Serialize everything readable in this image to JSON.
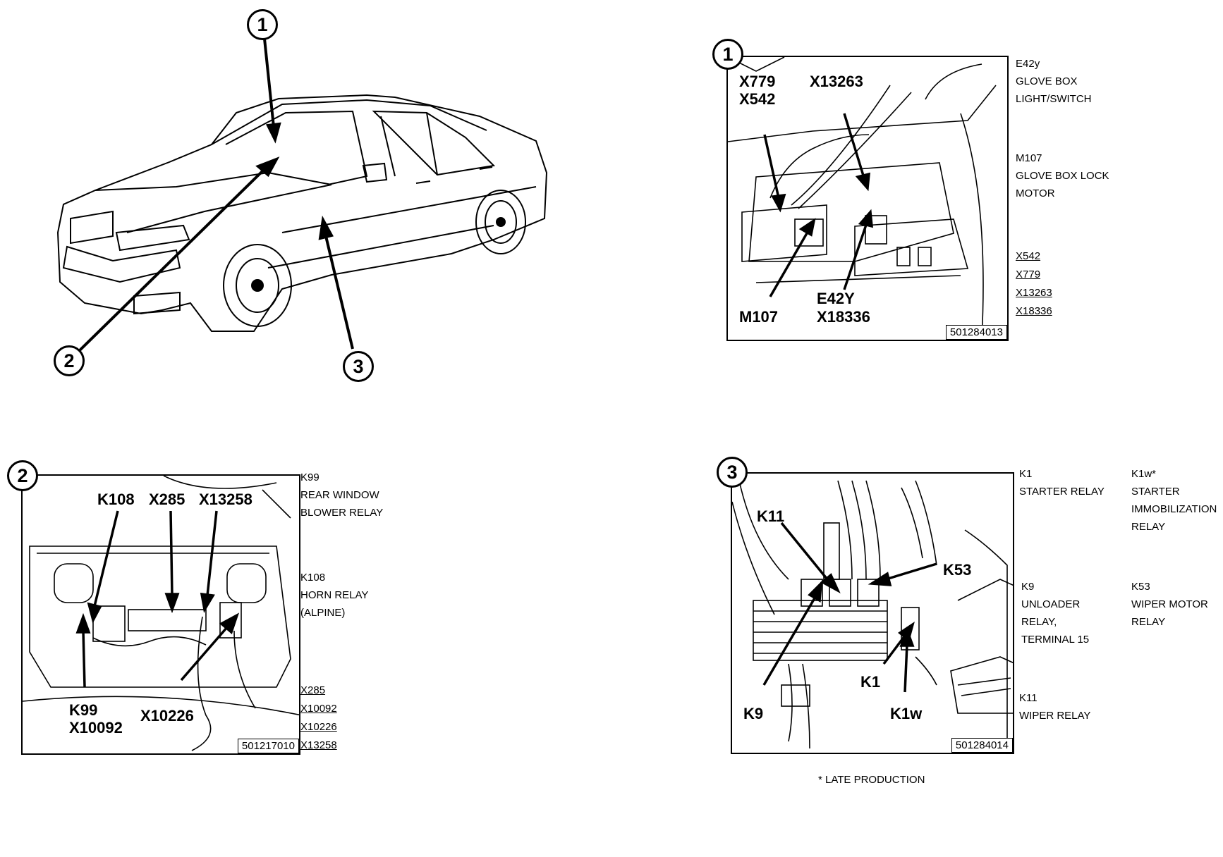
{
  "overview": {
    "callouts": [
      "1",
      "2",
      "3"
    ]
  },
  "panel1": {
    "callout": "1",
    "labels": {
      "x779": "X779",
      "x542": "X542",
      "x13263": "X13263",
      "m107": "M107",
      "e42y": "E42Y",
      "x18336": "X18336"
    },
    "figure_number": "501284013",
    "legend": [
      {
        "code": "E42y",
        "lines": [
          "GLOVE BOX",
          "LIGHT/SWITCH"
        ]
      },
      {
        "code": "M107",
        "lines": [
          "GLOVE BOX LOCK",
          "MOTOR"
        ]
      }
    ],
    "connectors": [
      "X542",
      "X779",
      "X13263",
      "X18336"
    ]
  },
  "panel2": {
    "callout": "2",
    "labels": {
      "k108": "K108",
      "x285": "X285",
      "x13258": "X13258",
      "k99": "K99",
      "x10092": "X10092",
      "x10226": "X10226"
    },
    "figure_number": "501217010",
    "legend": [
      {
        "code": "K99",
        "lines": [
          "REAR WINDOW",
          "BLOWER RELAY"
        ]
      },
      {
        "code": "K108",
        "lines": [
          "HORN RELAY",
          "(ALPINE)"
        ]
      }
    ],
    "connectors": [
      "X285",
      "X10092",
      "X10226",
      "X13258"
    ]
  },
  "panel3": {
    "callout": "3",
    "labels": {
      "k11": "K11",
      "k53": "K53",
      "k1": "K1",
      "k9": "K9",
      "k1w": "K1w"
    },
    "figure_number": "501284014",
    "legend_left": [
      {
        "code": "K1",
        "lines": [
          "STARTER RELAY"
        ]
      },
      {
        "code": "K9",
        "lines": [
          "UNLOADER",
          "RELAY,",
          "TERMINAL 15"
        ]
      },
      {
        "code": "K11",
        "lines": [
          "WIPER RELAY"
        ]
      }
    ],
    "legend_right": [
      {
        "code": "K1w*",
        "lines": [
          "STARTER",
          "IMMOBILIZATION",
          "RELAY"
        ]
      },
      {
        "code": "K53",
        "lines": [
          "WIPER MOTOR",
          "RELAY"
        ]
      }
    ],
    "note": "* LATE PRODUCTION"
  }
}
